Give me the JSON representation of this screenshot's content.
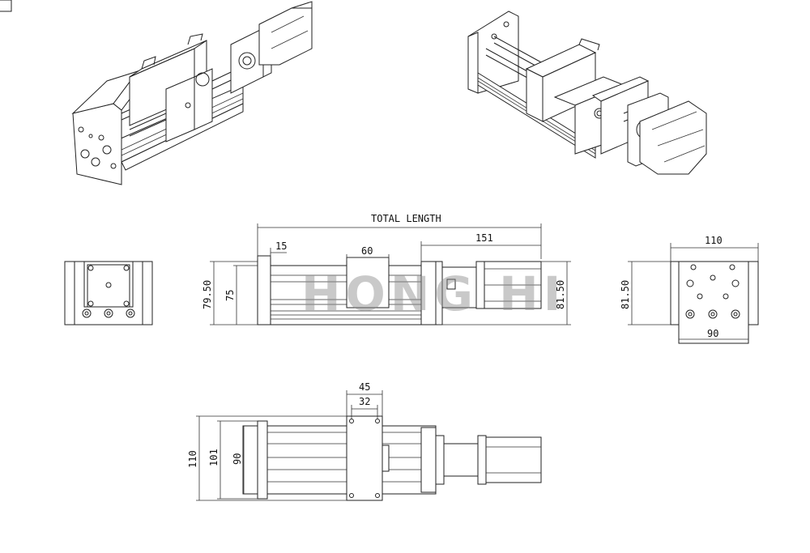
{
  "watermark": "HONG HI",
  "colors": {
    "line": "#222222",
    "background": "#ffffff",
    "watermark": "#8a8a8a"
  },
  "dimensions": {
    "total_length": "TOTAL LENGTH",
    "side_15": "15",
    "side_60": "60",
    "side_151": "151",
    "side_79_50": "79.50",
    "side_75": "75",
    "side_81_50": "81.50",
    "end_110": "110",
    "end_81_50": "81.50",
    "end_90": "90",
    "top_45": "45",
    "top_32": "32",
    "top_110": "110",
    "top_101": "101",
    "top_90": "90"
  }
}
